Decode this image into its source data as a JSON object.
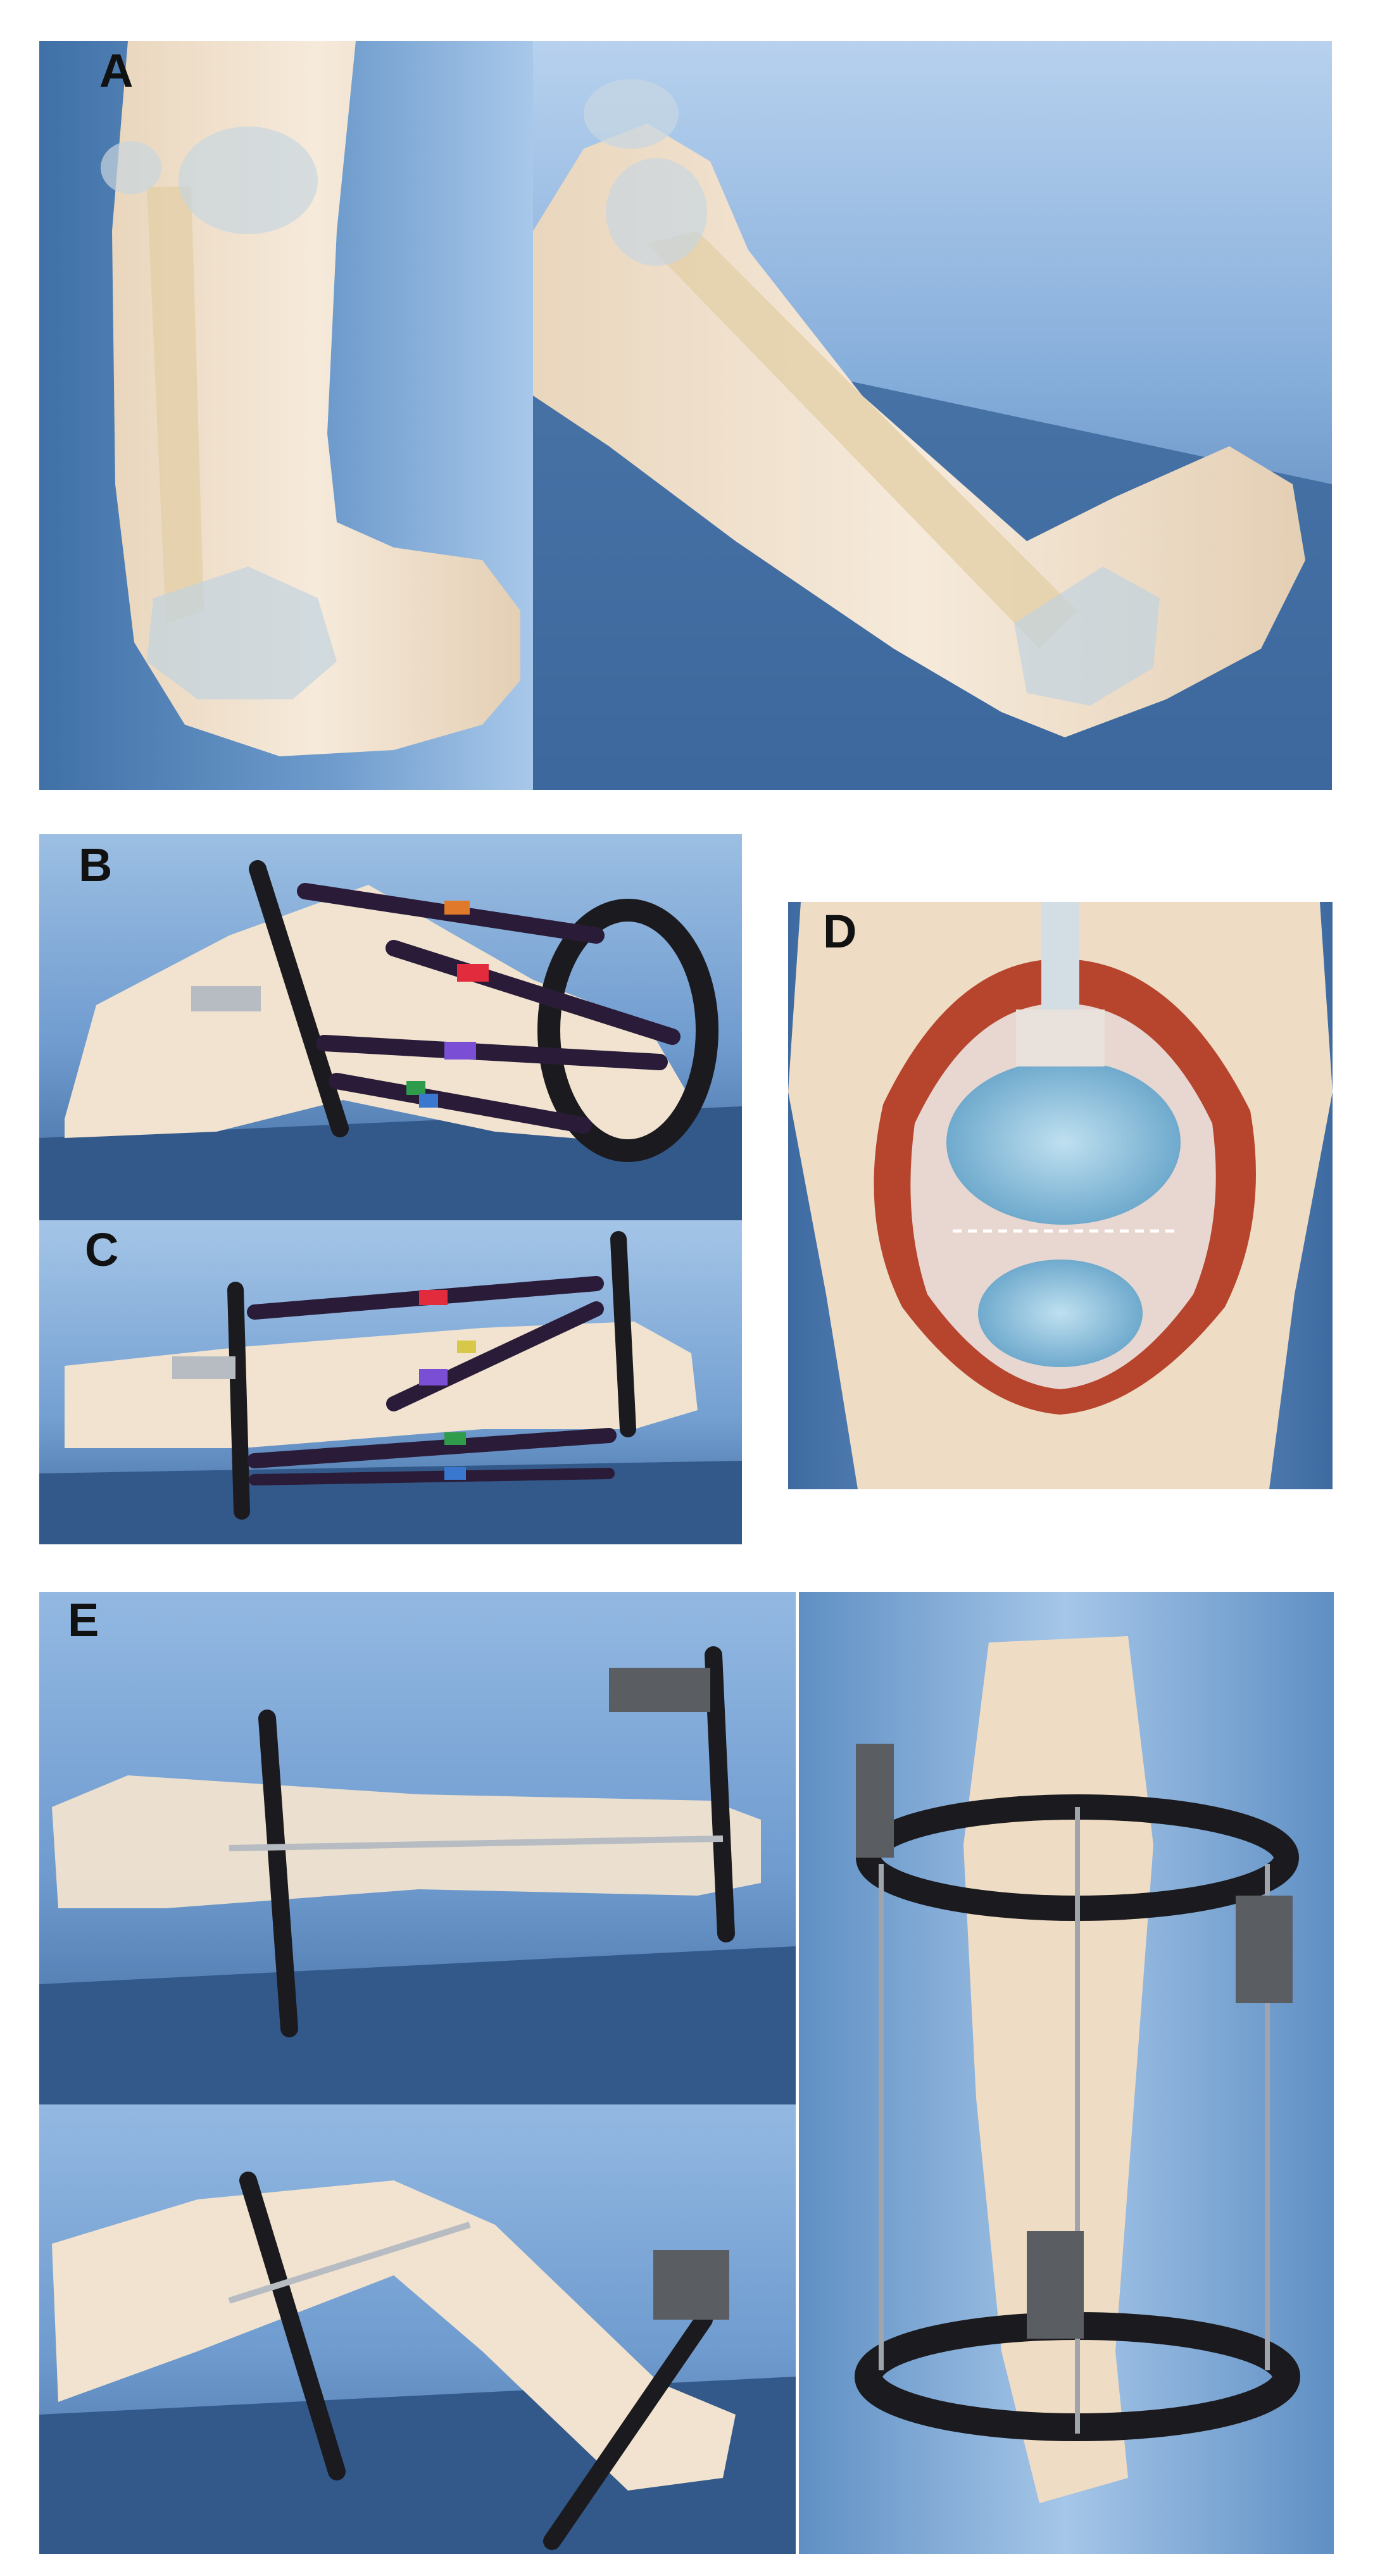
{
  "panels": {
    "a": {
      "label": "A"
    },
    "b": {
      "label": "B"
    },
    "c": {
      "label": "C"
    },
    "d": {
      "label": "D"
    },
    "e": {
      "label": "E"
    }
  },
  "colors": {
    "background_blue": "#4f7fb3",
    "light_blue": "#a9c6e6",
    "skin": "#f3e4d0",
    "bone": "#e6d4b4",
    "frame_black": "#1b1b1f",
    "strut_purple": "#2a1c38",
    "tissue_red": "#b7452e",
    "cartilage_blue": "#7fb4d3"
  },
  "strut_markers": [
    "#e07a2a",
    "#e22b3c",
    "#7a4fd6",
    "#2e9c4a",
    "#3a78d0",
    "#d8c84a"
  ]
}
